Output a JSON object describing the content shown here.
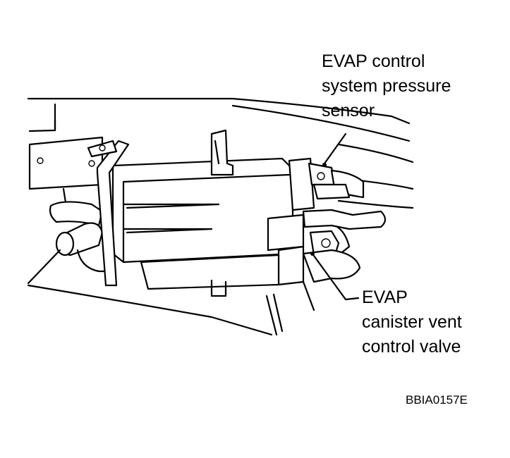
{
  "callouts": {
    "pressure_sensor": [
      "EVAP control",
      "system pressure",
      "sensor"
    ],
    "vent_valve": [
      "EVAP",
      "canister vent",
      "control valve"
    ]
  },
  "figure_code": "BBIA0157E"
}
